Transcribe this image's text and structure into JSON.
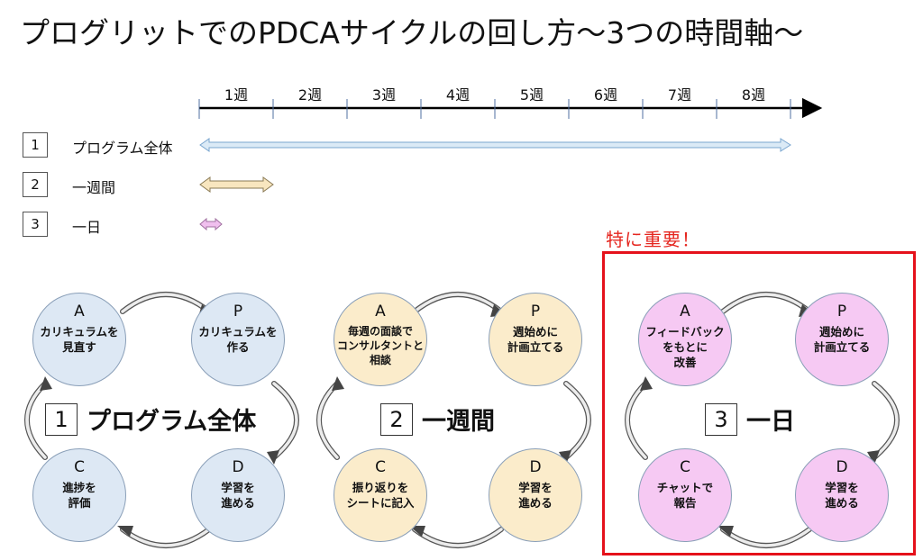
{
  "title": "プログリットでのPDCAサイクルの回し方～3つの時間軸～",
  "weeks": [
    "1週",
    "2週",
    "3週",
    "4週",
    "5週",
    "6週",
    "7週",
    "8週"
  ],
  "rows": [
    {
      "num": "1",
      "label": "プログラム全体"
    },
    {
      "num": "2",
      "label": "一週間"
    },
    {
      "num": "3",
      "label": "一日"
    }
  ],
  "important_note": "特に重要！",
  "cycles": [
    {
      "num": "1",
      "label": "プログラム全体",
      "fill": "#dde8f4",
      "A": {
        "letter": "A",
        "desc": "カリキュラムを\n見直す"
      },
      "P": {
        "letter": "P",
        "desc": "カリキュラムを\n作る"
      },
      "C": {
        "letter": "C",
        "desc": "進捗を\n評価"
      },
      "D": {
        "letter": "D",
        "desc": "学習を\n進める"
      }
    },
    {
      "num": "2",
      "label": "一週間",
      "fill": "#fbeccb",
      "A": {
        "letter": "A",
        "desc": "毎週の面談で\nコンサルタントと\n相談"
      },
      "P": {
        "letter": "P",
        "desc": "週始めに\n計画立てる"
      },
      "C": {
        "letter": "C",
        "desc": "振り返りを\nシートに記入"
      },
      "D": {
        "letter": "D",
        "desc": "学習を\n進める"
      }
    },
    {
      "num": "3",
      "label": "一日",
      "fill": "#f6c9f3",
      "A": {
        "letter": "A",
        "desc": "フィードバック\nをもとに\n改善"
      },
      "P": {
        "letter": "P",
        "desc": "週始めに\n計画立てる"
      },
      "C": {
        "letter": "C",
        "desc": "チャットで\n報告"
      },
      "D": {
        "letter": "D",
        "desc": "学習を\n進める"
      }
    }
  ],
  "colors": {
    "arrow_blue": "#dbeaf6",
    "arrow_beige": "#f8e6bf",
    "arrow_pink": "#f0bfee",
    "timeline": "#000000",
    "tick": "#4f6fa0",
    "important_red": "#e5111b"
  }
}
